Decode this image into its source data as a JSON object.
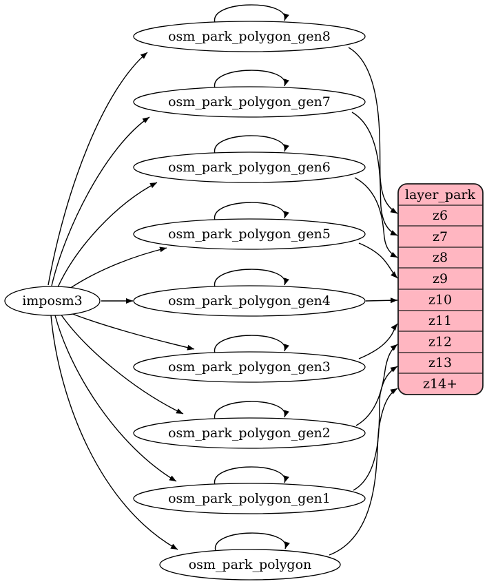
{
  "diagram": {
    "source": {
      "label": "imposm3"
    },
    "tables": [
      {
        "label": "osm_park_polygon_gen8",
        "target": "z6"
      },
      {
        "label": "osm_park_polygon_gen7",
        "target": "z7"
      },
      {
        "label": "osm_park_polygon_gen6",
        "target": "z8"
      },
      {
        "label": "osm_park_polygon_gen5",
        "target": "z9"
      },
      {
        "label": "osm_park_polygon_gen4",
        "target": "z10"
      },
      {
        "label": "osm_park_polygon_gen3",
        "target": "z11"
      },
      {
        "label": "osm_park_polygon_gen2",
        "target": "z12"
      },
      {
        "label": "osm_park_polygon_gen1",
        "target": "z13"
      },
      {
        "label": "osm_park_polygon",
        "target": "z14+"
      }
    ],
    "layer": {
      "title": "layer_park",
      "rows": [
        "z6",
        "z7",
        "z8",
        "z9",
        "z10",
        "z11",
        "z12",
        "z13",
        "z14+"
      ]
    },
    "colors": {
      "layer_fill": "#ffb6c1",
      "node_fill": "#ffffff",
      "stroke": "#000000"
    }
  }
}
